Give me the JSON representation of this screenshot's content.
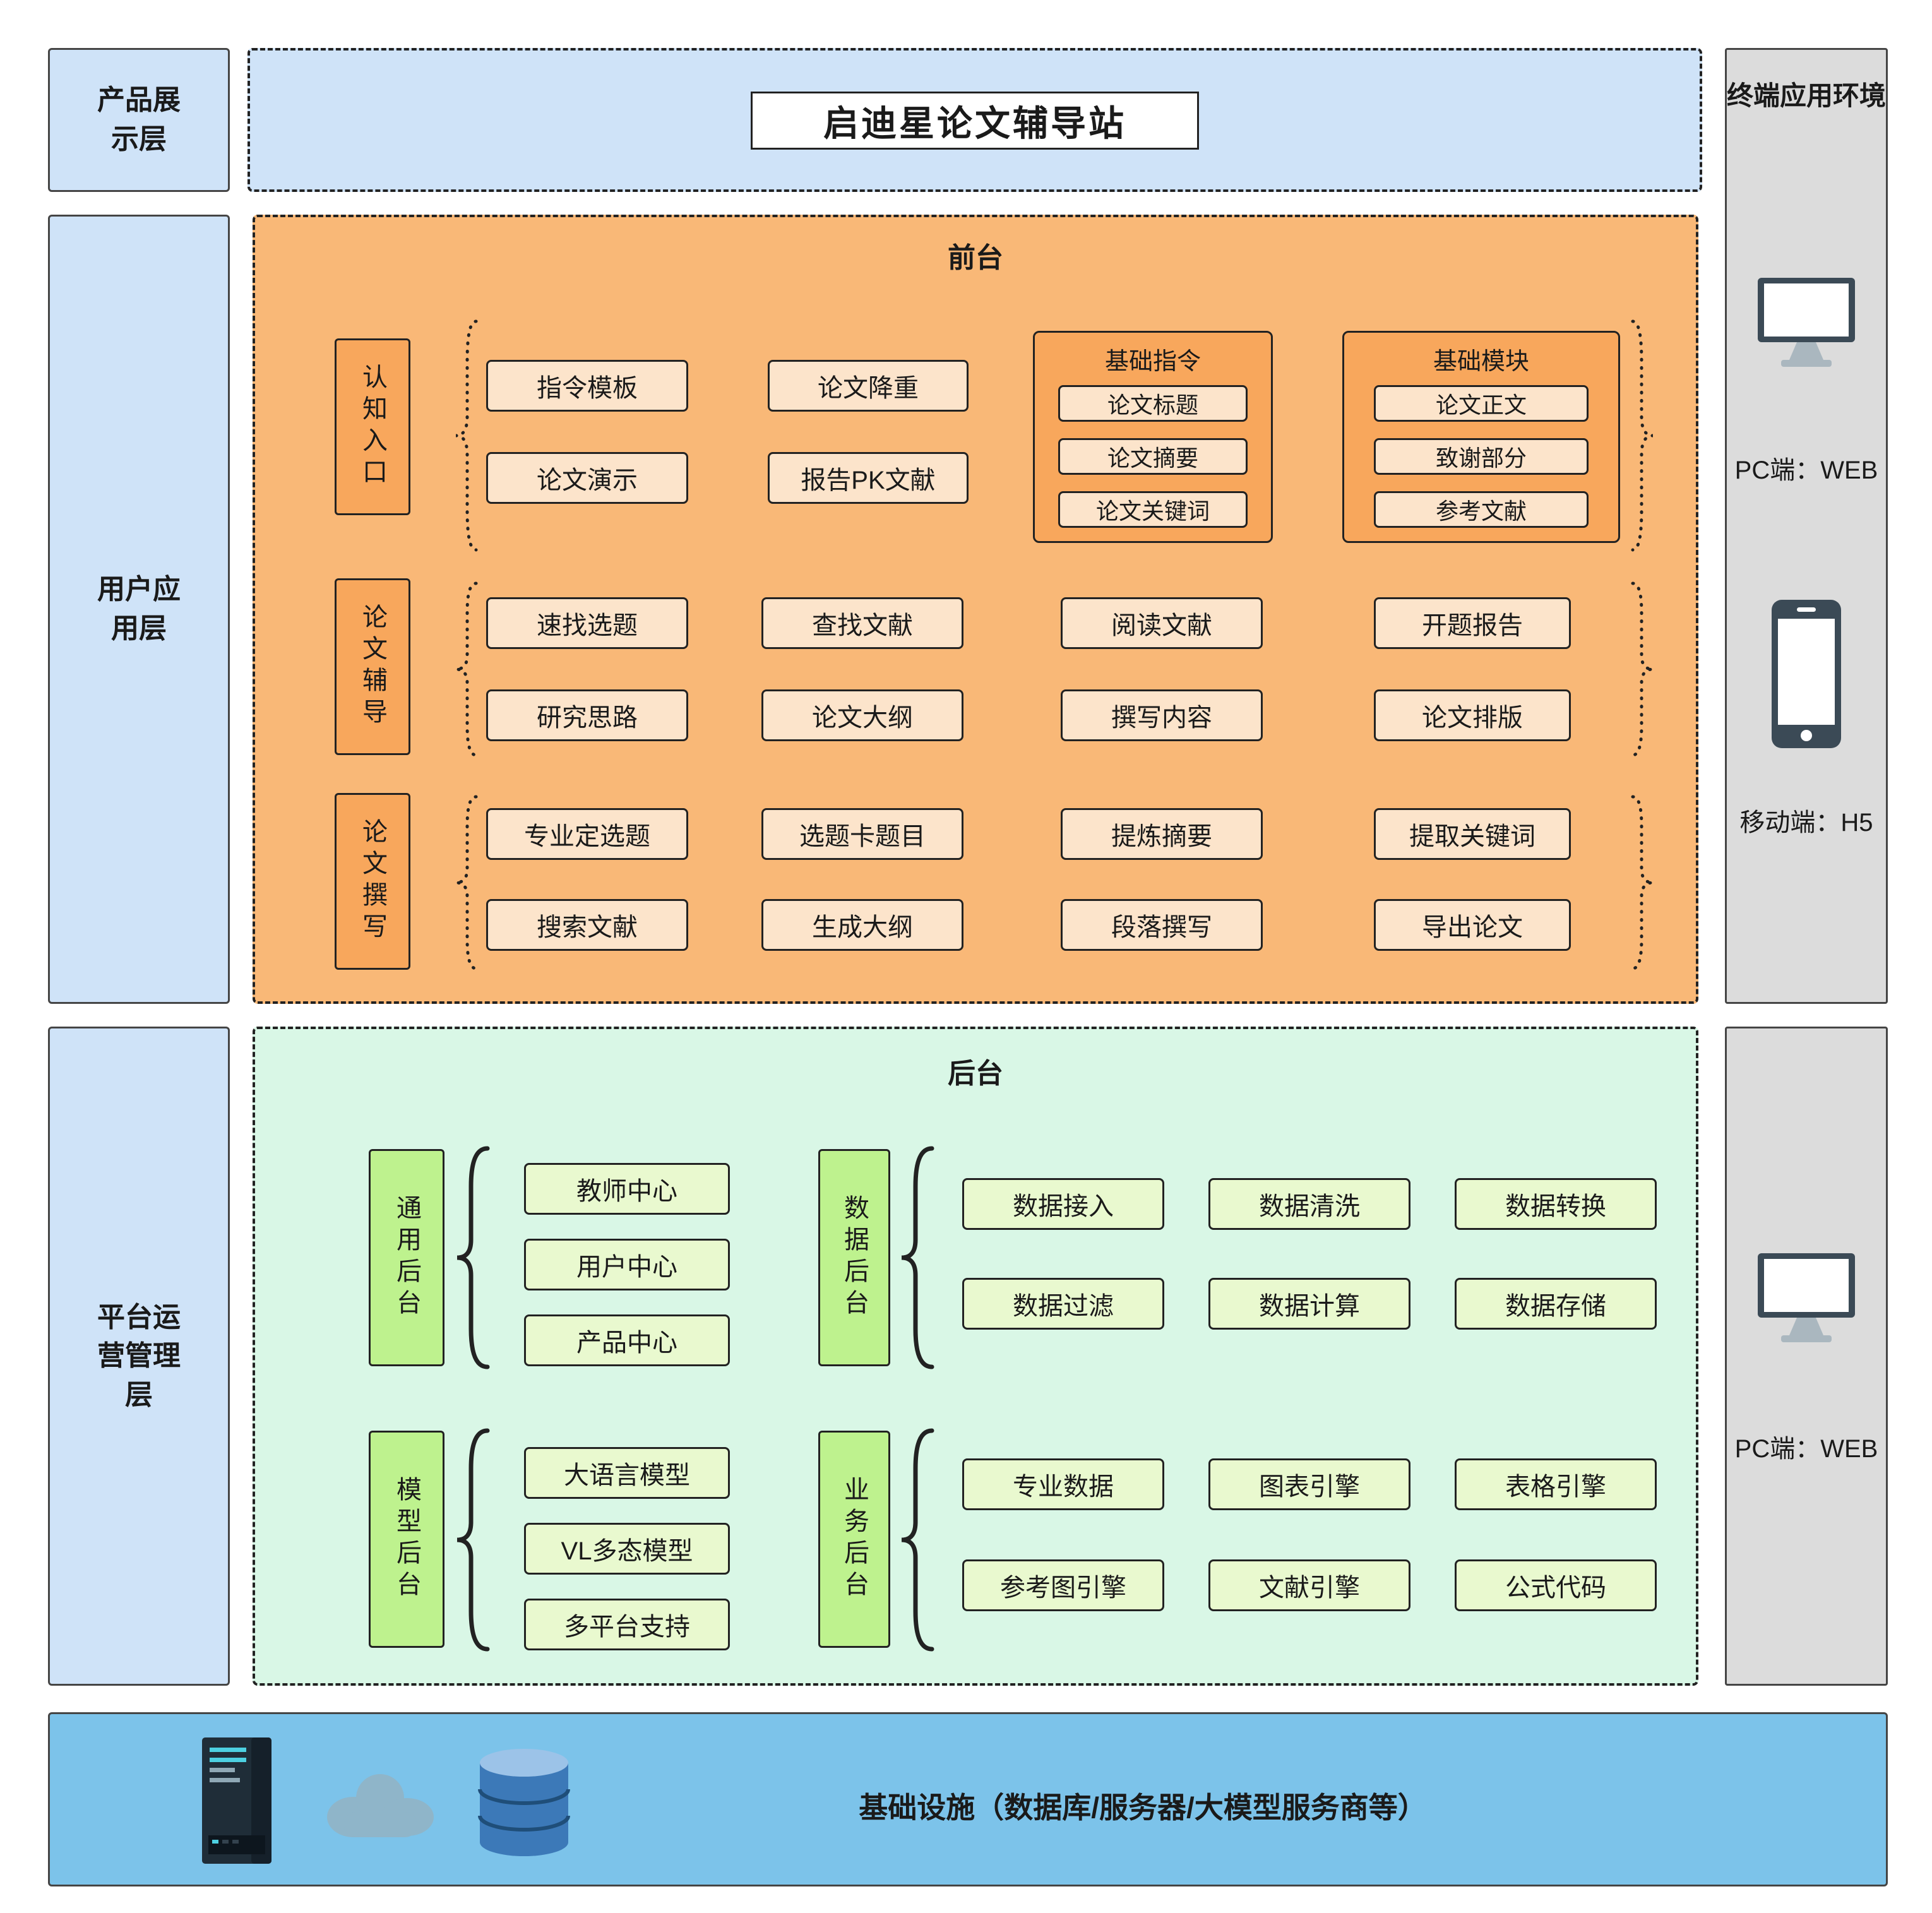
{
  "title": "启迪星论文辅导站",
  "layers": [
    {
      "label": "产品展示层"
    },
    {
      "label": "用户应用层"
    },
    {
      "label": "平台运营管理层"
    }
  ],
  "terminal": {
    "title": "终端应用环境",
    "pc_web": "PC端：WEB",
    "mobile_h5": "移动端：H5",
    "pc_web2": "PC端：WEB"
  },
  "front": {
    "title": "前台",
    "groups": [
      {
        "label": "认知入口",
        "items": [
          "指令模板",
          "论文降重",
          "论文演示",
          "报告PK文献"
        ],
        "sub_boxes": [
          {
            "title": "基础指令",
            "items": [
              "论文标题",
              "论文摘要",
              "论文关键词"
            ]
          },
          {
            "title": "基础模块",
            "items": [
              "论文正文",
              "致谢部分",
              "参考文献"
            ]
          }
        ]
      },
      {
        "label": "论文辅导",
        "items": [
          "速找选题",
          "查找文献",
          "阅读文献",
          "开题报告",
          "研究思路",
          "论文大纲",
          "撰写内容",
          "论文排版"
        ]
      },
      {
        "label": "论文撰写",
        "items": [
          "专业定选题",
          "选题卡题目",
          "提炼摘要",
          "提取关键词",
          "搜索文献",
          "生成大纲",
          "段落撰写",
          "导出论文"
        ]
      }
    ]
  },
  "back": {
    "title": "后台",
    "groups": [
      {
        "label": "通用后台",
        "items": [
          "教师中心",
          "用户中心",
          "产品中心"
        ]
      },
      {
        "label": "数据后台",
        "items": [
          "数据接入",
          "数据清洗",
          "数据转换",
          "数据过滤",
          "数据计算",
          "数据存储"
        ]
      },
      {
        "label": "模型后台",
        "items": [
          "大语言模型",
          "VL多态模型",
          "多平台支持"
        ]
      },
      {
        "label": "业务后台",
        "items": [
          "专业数据",
          "图表引擎",
          "表格引擎",
          "参考图引擎",
          "文献引擎",
          "公式代码"
        ]
      }
    ]
  },
  "infrastructure": {
    "label": "基础设施（数据库/服务器/大模型服务商等）"
  },
  "icons": [
    "monitor-icon",
    "smartphone-icon",
    "server-icon",
    "cloud-icon",
    "database-icon"
  ],
  "colors": {
    "layer_blue": "#cfe3f8",
    "front_orange": "#f9b877",
    "front_item": "#fce4cb",
    "front_accent": "#f8a75c",
    "back_green": "#d9f7e6",
    "back_label_green": "#bef28e",
    "back_item_green": "#e9f9cf",
    "infra_blue": "#7cc3ea",
    "panel_gray": "#dcdcdc"
  }
}
